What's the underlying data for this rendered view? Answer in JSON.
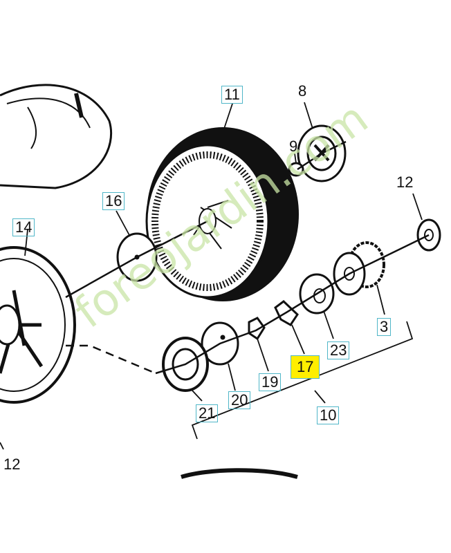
{
  "diagram": {
    "callouts": {
      "c11": "11",
      "c8": "8",
      "c9": "9",
      "c12a": "12",
      "c16": "16",
      "c14": "14",
      "c3": "3",
      "c23": "23",
      "c17": "17",
      "c19": "19",
      "c20": "20",
      "c21": "21",
      "c10": "10",
      "c12b": "12"
    },
    "highlight_color": "#ffee00",
    "label_box_color": "#4fb6c8"
  },
  "watermark": "foreojardin.com"
}
